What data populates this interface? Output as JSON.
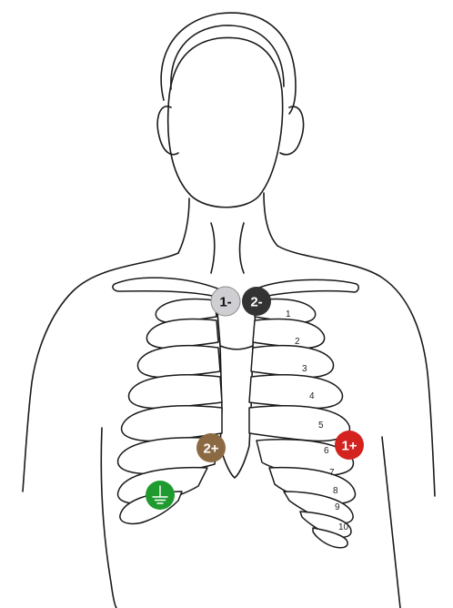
{
  "diagram": {
    "rib_numbers": [
      "1",
      "2",
      "3",
      "4",
      "5",
      "6",
      "7",
      "8",
      "9",
      "10"
    ],
    "electrodes": [
      {
        "id": "1-",
        "label": "1-",
        "color": "#cfcfd3",
        "text_color": "#111111"
      },
      {
        "id": "2-",
        "label": "2-",
        "color": "#333333",
        "text_color": "#ffffff"
      },
      {
        "id": "2+",
        "label": "2+",
        "color": "#8b6a43",
        "text_color": "#ffffff"
      },
      {
        "id": "1+",
        "label": "1+",
        "color": "#d4231e",
        "text_color": "#ffffff"
      },
      {
        "id": "ground",
        "label": "",
        "icon": "ground-icon",
        "color": "#1f9a2e",
        "text_color": "#ffffff"
      }
    ]
  }
}
